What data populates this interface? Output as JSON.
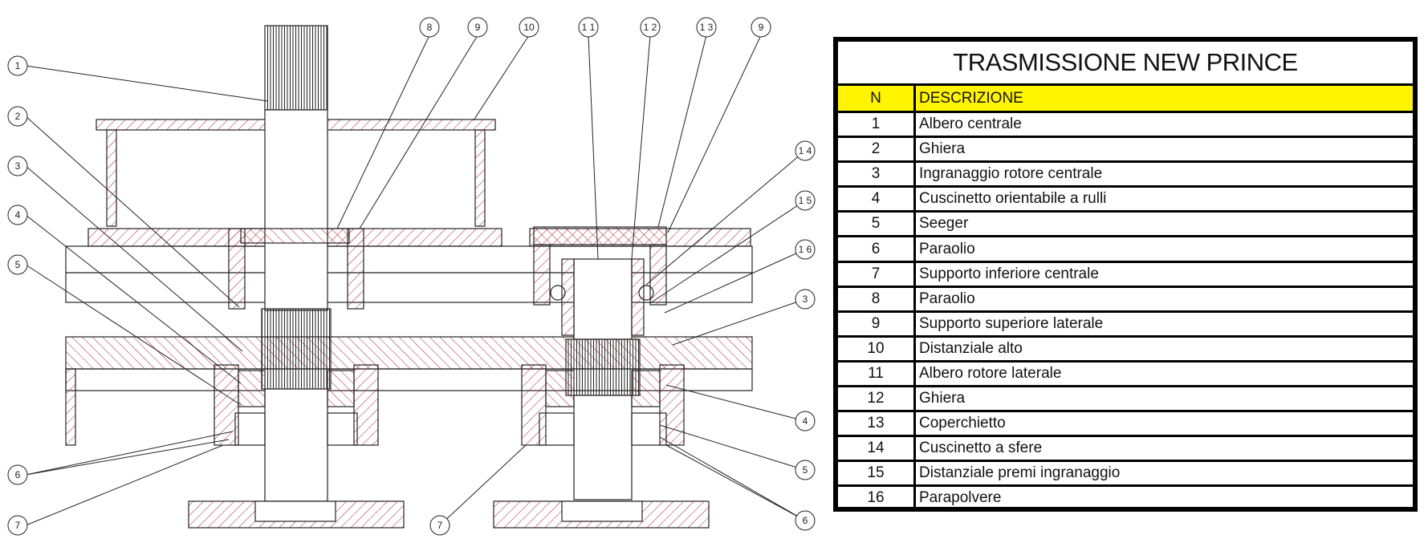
{
  "table": {
    "title": "TRASMISSIONE NEW PRINCE",
    "header": {
      "n": "N",
      "desc": "DESCRIZIONE"
    },
    "rows": [
      {
        "n": "1",
        "desc": "Albero centrale"
      },
      {
        "n": "2",
        "desc": "Ghiera"
      },
      {
        "n": "3",
        "desc": "Ingranaggio rotore centrale"
      },
      {
        "n": "4",
        "desc": "Cuscinetto orientabile a rulli"
      },
      {
        "n": "5",
        "desc": "Seeger"
      },
      {
        "n": "6",
        "desc": "Paraolio"
      },
      {
        "n": "7",
        "desc": "Supporto inferiore centrale"
      },
      {
        "n": "8",
        "desc": "Paraolio"
      },
      {
        "n": "9",
        "desc": "Supporto superiore laterale"
      },
      {
        "n": "10",
        "desc": "Distanziale alto"
      },
      {
        "n": "11",
        "desc": "Albero rotore laterale"
      },
      {
        "n": "12",
        "desc": "Ghiera"
      },
      {
        "n": "13",
        "desc": "Coperchietto"
      },
      {
        "n": "14",
        "desc": "Cuscinetto  a sfere"
      },
      {
        "n": "15",
        "desc": "Distanziale premi ingranaggio"
      },
      {
        "n": "16",
        "desc": "Parapolvere"
      }
    ],
    "header_color": "#fff500"
  },
  "callouts": {
    "c1": "1",
    "c2": "2",
    "c3a": "3",
    "c4a": "4",
    "c5a": "5",
    "c6a": "6",
    "c7a": "7",
    "c8": "8",
    "c9a": "9",
    "c10": "10",
    "c11": "1 1",
    "c12": "1 2",
    "c13": "1 3",
    "c9b": "9",
    "c14": "1 4",
    "c15": "1 5",
    "c16": "1 6",
    "c3b": "3",
    "c4b": "4",
    "c5b": "5",
    "c6b": "6",
    "c7b": "7"
  },
  "colors": {
    "line": "#222222",
    "hatch": "#b0202a"
  }
}
